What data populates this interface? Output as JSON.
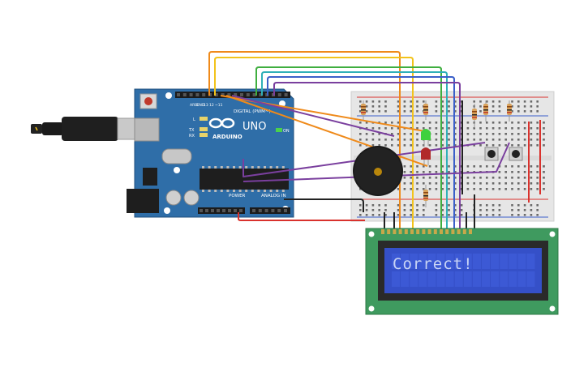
{
  "arduino": {
    "brand": "ARDUINO",
    "model": "UNO",
    "digital_header": "DIGITAL (PWM~)",
    "power_header": "POWER",
    "analog_header": "ANALOG IN",
    "on_label": "ON",
    "led_l": "L",
    "led_tx": "TX",
    "led_rx": "RX",
    "aref": "AREF",
    "gnd": "GND",
    "pin13": "13",
    "pin12": "12",
    "pin11": "~11"
  },
  "lcd": {
    "display_text": "Correct!"
  },
  "colors": {
    "board": "#2f6ea8",
    "breadboard": "#e8e8e8",
    "lcd_pcb": "#3f9a5f",
    "lcd_screen": "#3550c8",
    "wire_orange": "#ef8a1a",
    "wire_yellow": "#f2c31b",
    "wire_green": "#3fae3f",
    "wire_teal": "#2fb0b8",
    "wire_blue": "#3b5fc9",
    "wire_purple": "#7a3f9e",
    "wire_red": "#d9322d",
    "wire_black": "#222222"
  }
}
